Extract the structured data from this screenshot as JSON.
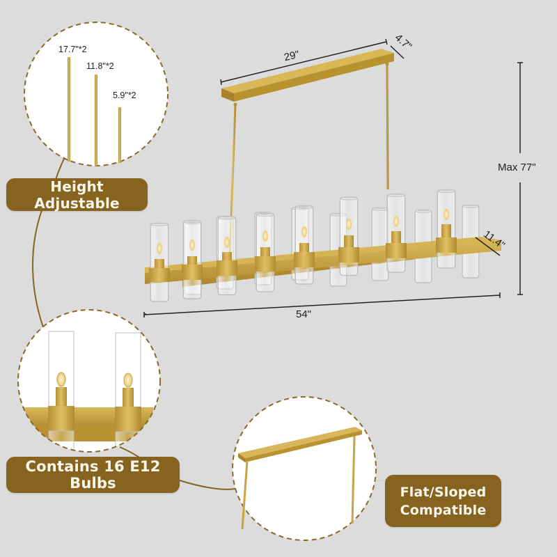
{
  "colors": {
    "background": "#dcdcdc",
    "badge": "#86631f",
    "badge_text": "#fbf6ea",
    "brass": "#c9a445",
    "brass_dark": "#a9842d",
    "dashed_outline": "#8a6a2a",
    "dimension_line": "#222222"
  },
  "callouts": {
    "height_adjustable": {
      "label": "Height Adjustable",
      "rods": [
        {
          "label": "17.7\"*2"
        },
        {
          "label": "11.8\"*2"
        },
        {
          "label": "5.9\"*2"
        }
      ]
    },
    "bulbs": {
      "label": "Contains 16 E12 Bulbs"
    },
    "canopy": {
      "line1": "Flat/Sloped",
      "line2": "Compatible"
    }
  },
  "dimensions": {
    "canopy_length": "29\"",
    "canopy_width": "4.7\"",
    "max_height": "Max 77\"",
    "fixture_width": "11.4\"",
    "fixture_length": "54\""
  },
  "product": {
    "bulb_count": 16
  }
}
